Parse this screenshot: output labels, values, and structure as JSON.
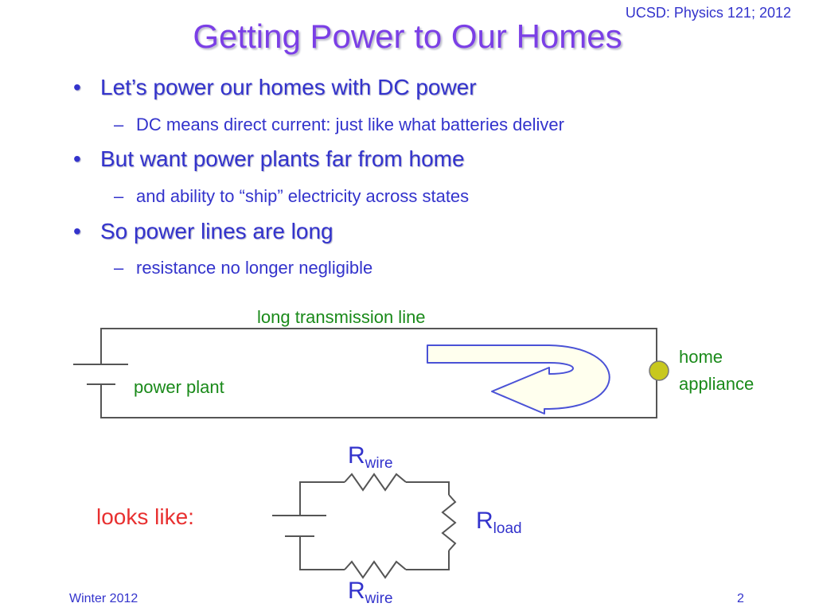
{
  "header": {
    "course": "UCSD: Physics 121; 2012",
    "title": "Getting Power to Our Homes"
  },
  "bullets": [
    {
      "text": "Let’s power our homes with DC power",
      "sub": "DC means direct current: just like what batteries deliver"
    },
    {
      "text": "But want power plants far from home",
      "sub": "and ability to “ship” electricity across states"
    },
    {
      "text": "So power lines are long",
      "sub": "resistance no longer negligible"
    }
  ],
  "diagram": {
    "line_label": "long transmission line",
    "plant_label": "power plant",
    "appliance_label_line1": "home",
    "appliance_label_line2": "appliance",
    "looks_like": "looks like:",
    "r_symbol": "R",
    "r_wire_sub": "wire",
    "r_load_sub": "load"
  },
  "footer": {
    "left": "Winter 2012",
    "page": "2"
  },
  "colors": {
    "title": "#7b3fe6",
    "text": "#3333cc",
    "label_green": "#1a8a1a",
    "looks_like_red": "#e83030",
    "appliance_bulb": "#c8c81e"
  }
}
